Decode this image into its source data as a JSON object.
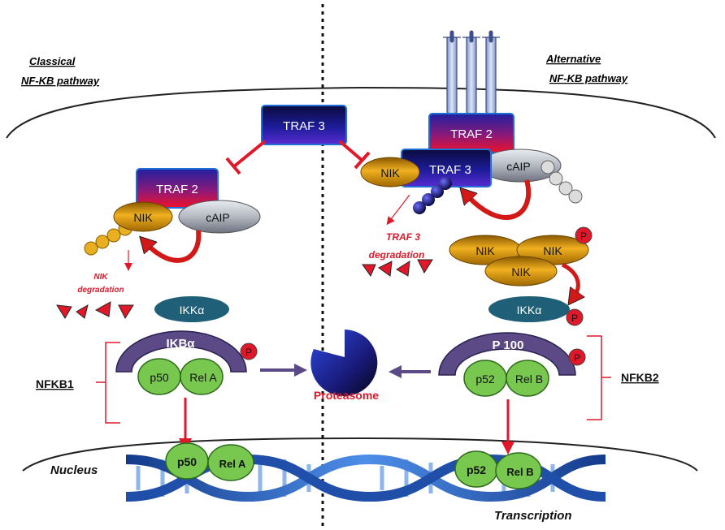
{
  "labels": {
    "classical_line1": "Classical",
    "classical_line2": "NF-KB pathway",
    "alternative_line1": "Alternative",
    "alternative_line2": "NF-KB pathway",
    "nucleus": "Nucleus",
    "transcription": "Transcription",
    "proteasome": "Proteasome",
    "nfkb1": "NFKB1",
    "nfkb2": "NFKB2",
    "nik_degradation_line1": "NIK",
    "nik_degradation_line2": "degradation",
    "traf3_degradation_line1": "TRAF 3",
    "traf3_degradation_line2": "degradation"
  },
  "proteins": {
    "traf3_top": "TRAF 3",
    "traf2_left": "TRAF 2",
    "nik_left": "NIK",
    "caip_left": "cAIP",
    "traf2_right": "TRAF 2",
    "traf3_right": "TRAF 3",
    "nik_right": "NIK",
    "caip_right": "cAIP",
    "nik_cluster_1": "NIK",
    "nik_cluster_2": "NIK",
    "nik_cluster_3": "NIK",
    "ikka_left": "IKKα",
    "ikka_right": "IKKα",
    "ikba": "IKBα",
    "p100": "P 100",
    "p50_cyto": "p50",
    "rela_cyto": "Rel A",
    "p52_cyto": "p52",
    "relb_cyto": "Rel B",
    "p50_nuc": "p50",
    "rela_nuc": "Rel A",
    "p52_nuc": "p52",
    "relb_nuc": "Rel B",
    "phospho": "P"
  },
  "colors": {
    "traf_blue": "#1a1a8c",
    "traf_red": "#e0102a",
    "nik_orange": "#e8a010",
    "caip_gray": "#b8bcc4",
    "ikk_teal": "#1f5f78",
    "ikb_purple": "#5b4a86",
    "rel_green": "#78c850",
    "inhibit_red": "#e0182a",
    "arrow_purple": "#5b4a86",
    "receptor_blue": "#aebfe6",
    "dna_blue": "#2f66c8"
  }
}
